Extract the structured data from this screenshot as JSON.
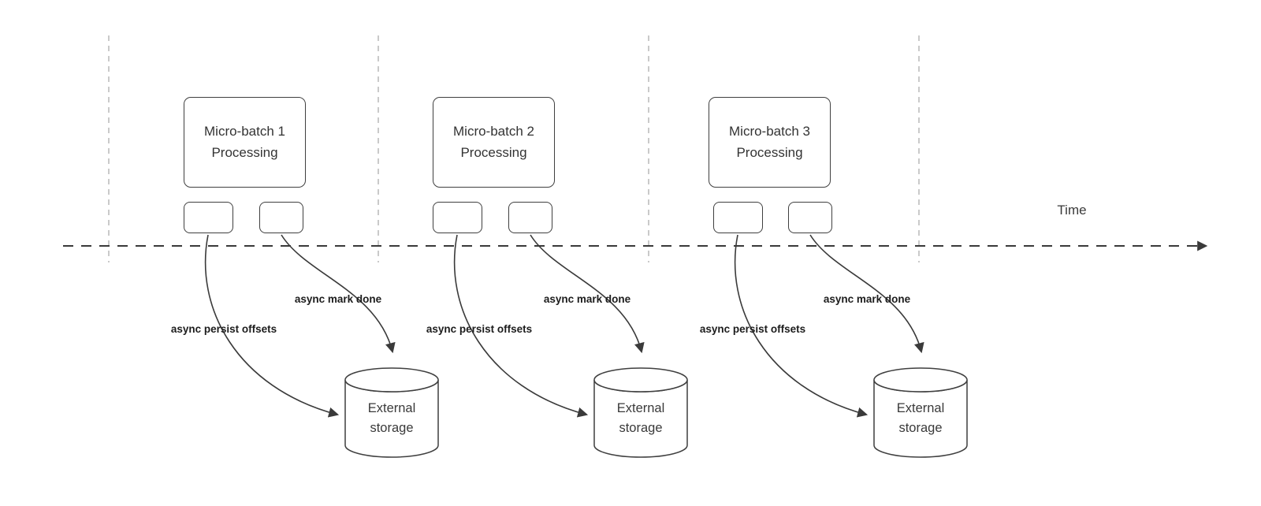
{
  "diagram": {
    "time_axis_label": "Time",
    "batches": [
      {
        "title": "Micro-batch 1\nProcessing",
        "persist_label": "async persist offsets",
        "mark_done_label": "async mark done",
        "storage": {
          "label": "External\nstorage"
        }
      },
      {
        "title": "Micro-batch 2\nProcessing",
        "persist_label": "async persist offsets",
        "mark_done_label": "async mark done",
        "storage": {
          "label": "External\nstorage"
        }
      },
      {
        "title": "Micro-batch 3\nProcessing",
        "persist_label": "async persist offsets",
        "mark_done_label": "async mark done",
        "storage": {
          "label": "External\nstorage"
        }
      }
    ],
    "colors": {
      "shape_stroke": "#3f3f3f",
      "guide_line": "#b8b8b8",
      "label_text": "#1c1c1c",
      "background": "#ffffff"
    }
  }
}
